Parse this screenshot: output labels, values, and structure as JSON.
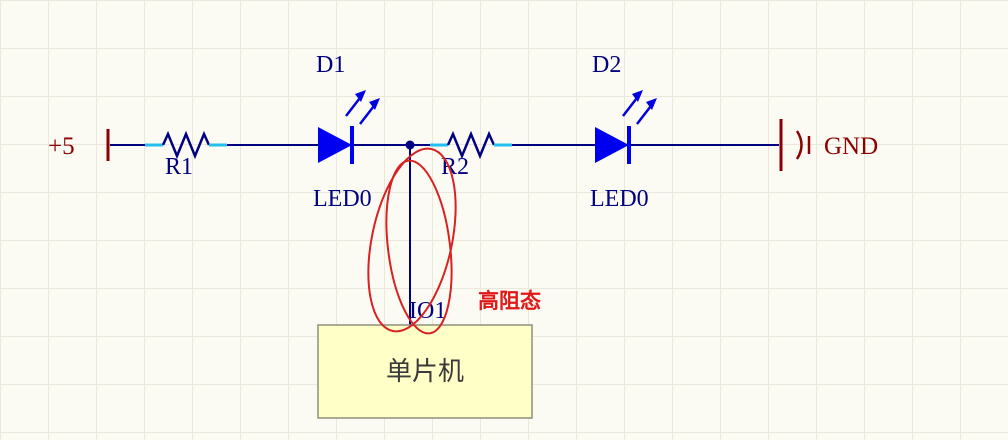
{
  "schematic": {
    "power_label": "+5",
    "gnd_label": "GND",
    "r1_label": "R1",
    "r2_label": "R2",
    "d1_label": "D1",
    "d1_part": "LED0",
    "d2_label": "D2",
    "d2_part": "LED0",
    "io_pin_label": "IO1",
    "mcu_label": "单片机",
    "annotation_label": "高阻态"
  },
  "colors": {
    "wire": "#000080",
    "resistor_lead": "#22c0ee",
    "led_fill": "#0000f0",
    "net_label_red": "#8b0000",
    "annotation_red": "#e01818",
    "mcu_fill": "#ffffc8",
    "mcu_border": "#8f8f7a",
    "grid": "#e9e8da",
    "background": "#fbfbf4"
  }
}
